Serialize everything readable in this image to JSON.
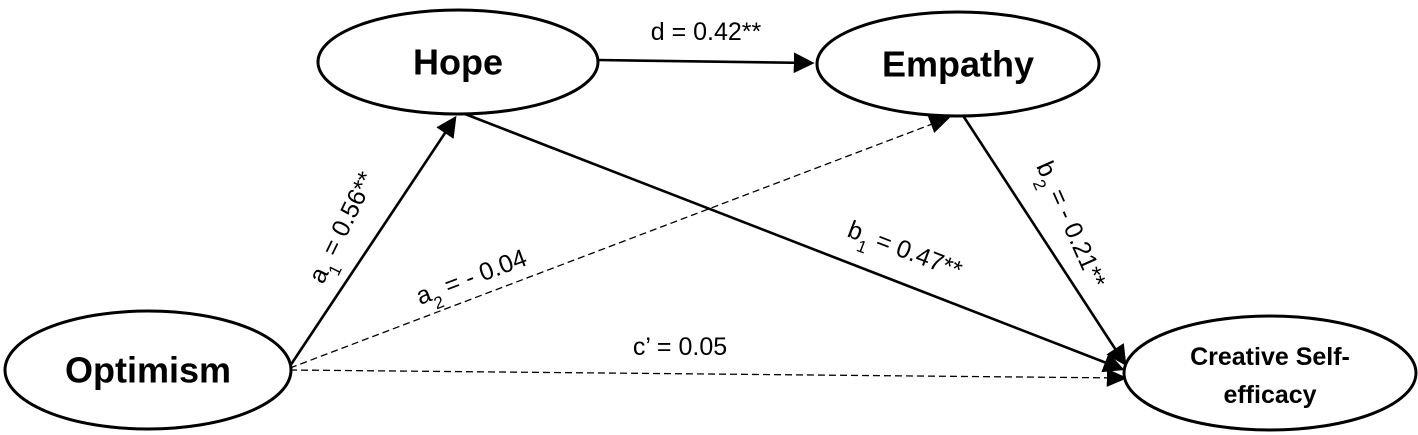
{
  "nodes": {
    "hope": {
      "label": "Hope"
    },
    "empathy": {
      "label": "Empathy"
    },
    "optimism": {
      "label": "Optimism"
    },
    "creative": {
      "line1": "Creative Self-",
      "line2": "efficacy"
    }
  },
  "paths": {
    "d": {
      "text": "d = 0.42**",
      "style": "solid"
    },
    "a1": {
      "sym": "a",
      "sub": "1",
      "value": " = 0.56**",
      "style": "solid"
    },
    "a2": {
      "sym": "a",
      "sub": "2",
      "value": " = - 0.04",
      "style": "dashed"
    },
    "b1": {
      "sym": "b",
      "sub": "1",
      "value": " = 0.47**",
      "style": "solid"
    },
    "b2": {
      "sym": "b",
      "sub": "2",
      "value": " = - 0.21**",
      "style": "solid"
    },
    "c_prime": {
      "text": "c’ = 0.05",
      "style": "dashed"
    }
  }
}
